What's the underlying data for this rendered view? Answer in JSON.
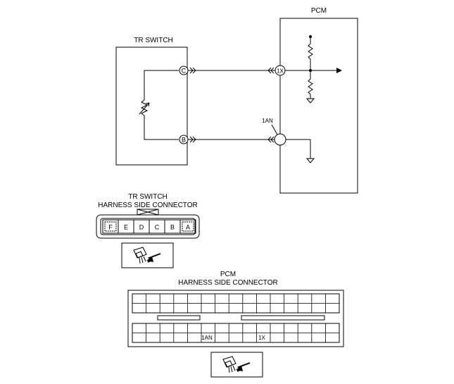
{
  "schematic": {
    "tr_switch_label": "TR SWITCH",
    "pcm_label": "PCM",
    "pin_c": "C",
    "pin_b": "B",
    "pin_1x": "1X",
    "callout_1an": "1AN"
  },
  "tr_connector": {
    "title_line1": "TR SWITCH",
    "title_line2": "HARNESS SIDE CONNECTOR",
    "terminals": [
      "F",
      "E",
      "D",
      "C",
      "B",
      "A"
    ],
    "highlighted_terminals": [
      "F",
      "A"
    ]
  },
  "pcm_connector": {
    "title_line1": "PCM",
    "title_line2": "HARNESS SIDE CONNECTOR",
    "marked_terminals": [
      "1AN",
      "1X"
    ]
  },
  "connector_icon": "harness-connector-view-icon"
}
